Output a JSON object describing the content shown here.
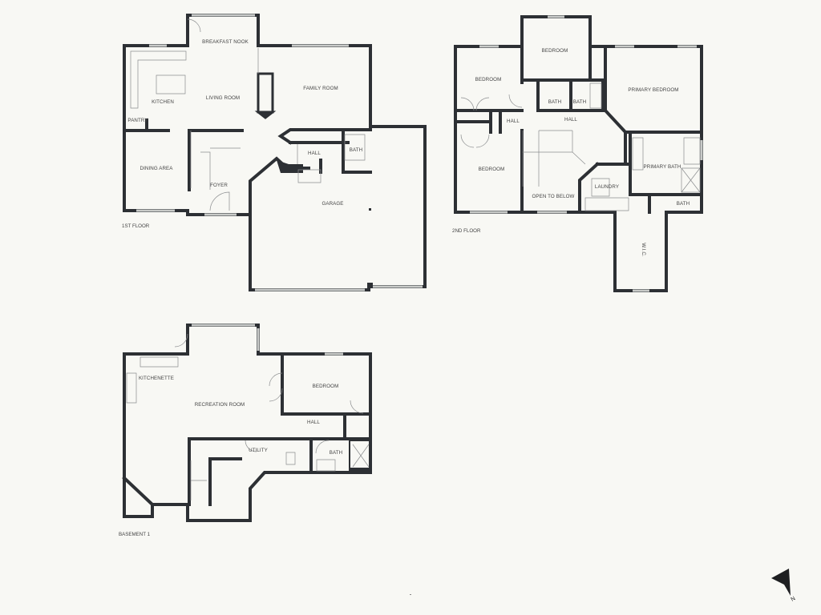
{
  "floors": {
    "first": {
      "name": "1ST FLOOR",
      "rooms": {
        "breakfast_nook": "BREAKFAST NOOK",
        "kitchen": "KITCHEN",
        "living_room": "LIVING ROOM",
        "family_room": "FAMILY ROOM",
        "pantry": "PANTRY",
        "dining_area": "DINING AREA",
        "foyer": "FOYER",
        "hall": "HALL",
        "bath": "BATH",
        "garage": "GARAGE"
      }
    },
    "second": {
      "name": "2ND FLOOR",
      "rooms": {
        "bedroom_top": "BEDROOM",
        "bedroom_left": "BEDROOM",
        "bedroom_lower": "BEDROOM",
        "bath_1": "BATH",
        "bath_2": "BATH",
        "hall_small": "HALL",
        "hall": "HALL",
        "primary_bedroom": "PRIMARY BEDROOM",
        "primary_bath": "PRIMARY BATH",
        "open_to_below": "OPEN TO BELOW",
        "laundry": "LAUNDRY",
        "bath_3": "BATH",
        "wic": "W.I.C."
      }
    },
    "basement": {
      "name": "BASEMENT 1",
      "rooms": {
        "kitchenette": "KITCHENETTE",
        "recreation_room": "RECREATION ROOM",
        "bedroom": "BEDROOM",
        "hall": "HALL",
        "utility": "UTILITY",
        "bath": "BATH"
      }
    }
  },
  "compass": {
    "label": "N"
  },
  "colors": {
    "wall": "#2d3034",
    "background": "#f8f8f4"
  }
}
